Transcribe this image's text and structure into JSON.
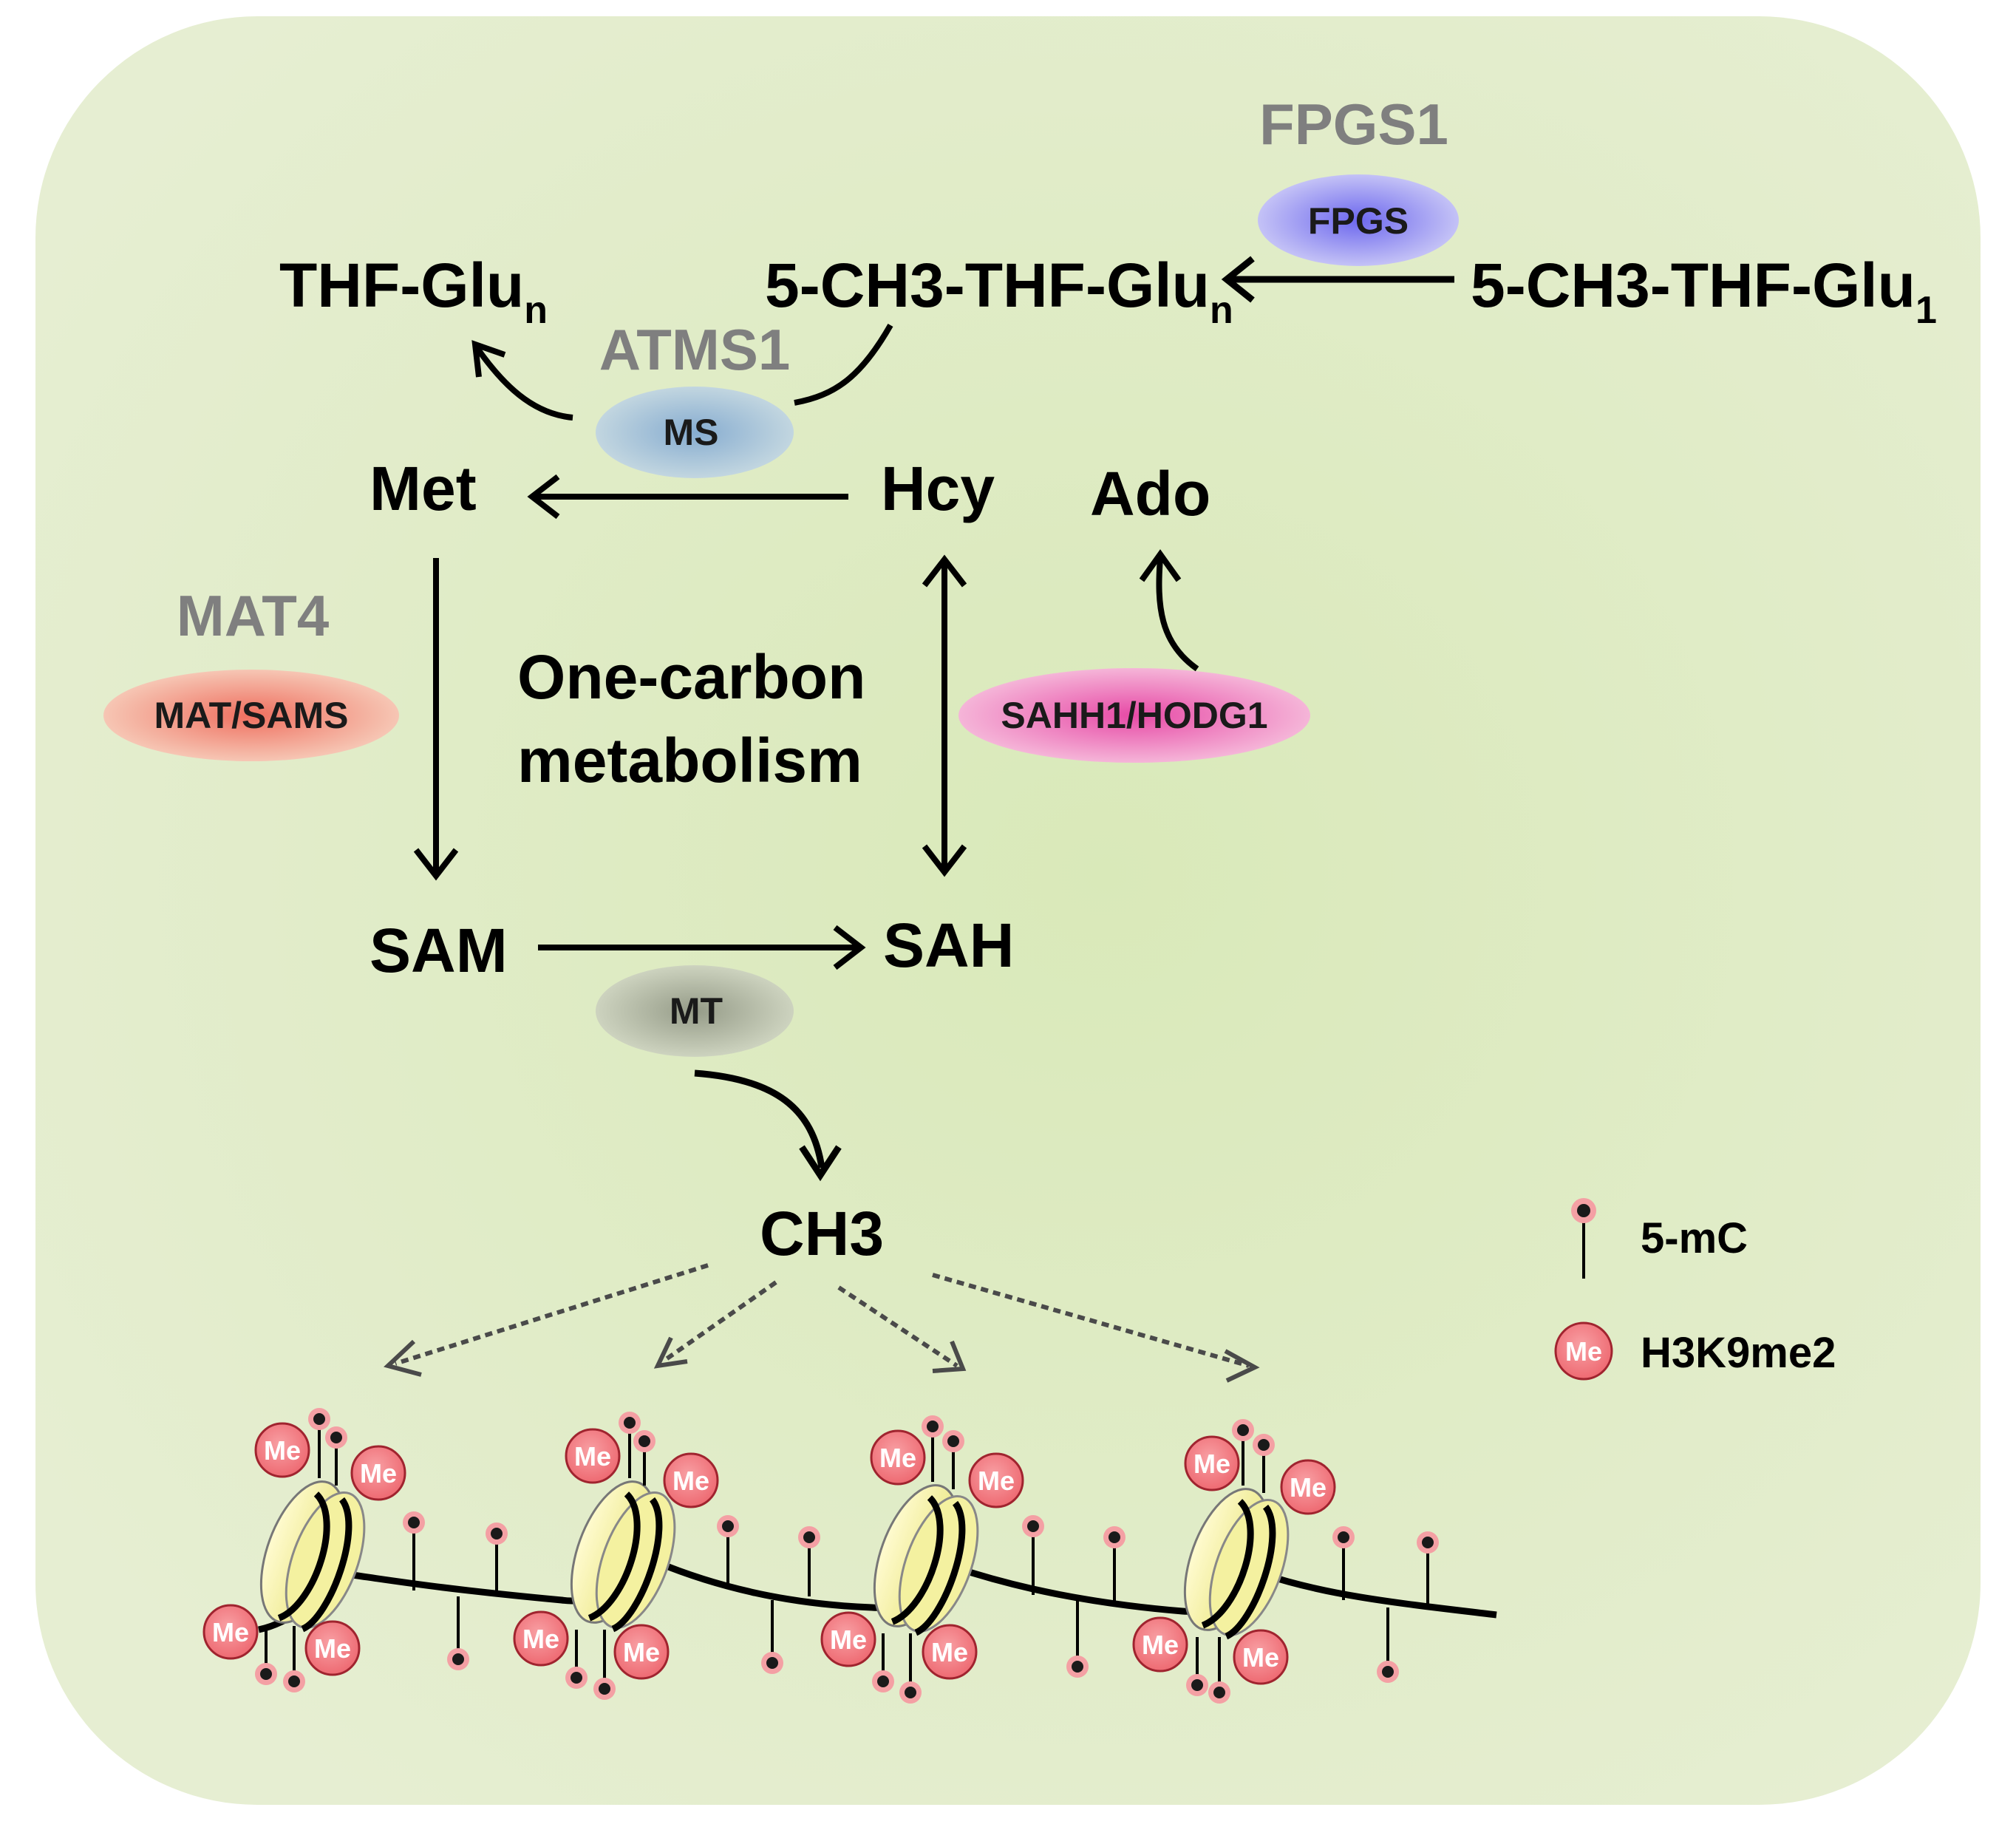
{
  "metabolites": {
    "thf_glun": "THF-Glu",
    "thf_glun_sub": "n",
    "methyl_thf_glun": "5-CH3-THF-Glu",
    "methyl_thf_glun_sub": "n",
    "methyl_thf_glu1": "5-CH3-THF-Glu",
    "methyl_thf_glu1_sub": "1",
    "met": "Met",
    "hcy": "Hcy",
    "ado": "Ado",
    "sam": "SAM",
    "sah": "SAH",
    "ch3": "CH3"
  },
  "genes": {
    "fpgs1": "FPGS1",
    "atms1": "ATMS1",
    "mat4": "MAT4"
  },
  "enzymes": {
    "fpgs": "FPGS",
    "ms": "MS",
    "mat_sams": "MAT/SAMS",
    "sahh1_hodg1": "SAHH1/HODG1",
    "mt": "MT"
  },
  "center_label": {
    "line1": "One-carbon",
    "line2": "metabolism"
  },
  "legend": {
    "five_mc": "5-mC",
    "h3k9me2": "H3K9me2",
    "me_badge": "Me"
  },
  "colors": {
    "background_cell": "#e4edcc",
    "background_center": "#dcebc0",
    "fpgs_ellipse": "#8a86f0",
    "ms_ellipse": "#9fbfd6",
    "mat_ellipse": "#f08a7a",
    "sahh_ellipse": "#e96fb5",
    "mt_ellipse": "#a5ac98",
    "me_badge": "#f07a80",
    "me_badge_rim": "#9c1e2a",
    "nucleosome": "#f2f0a8",
    "gene_gray": "#7f7f7f"
  }
}
